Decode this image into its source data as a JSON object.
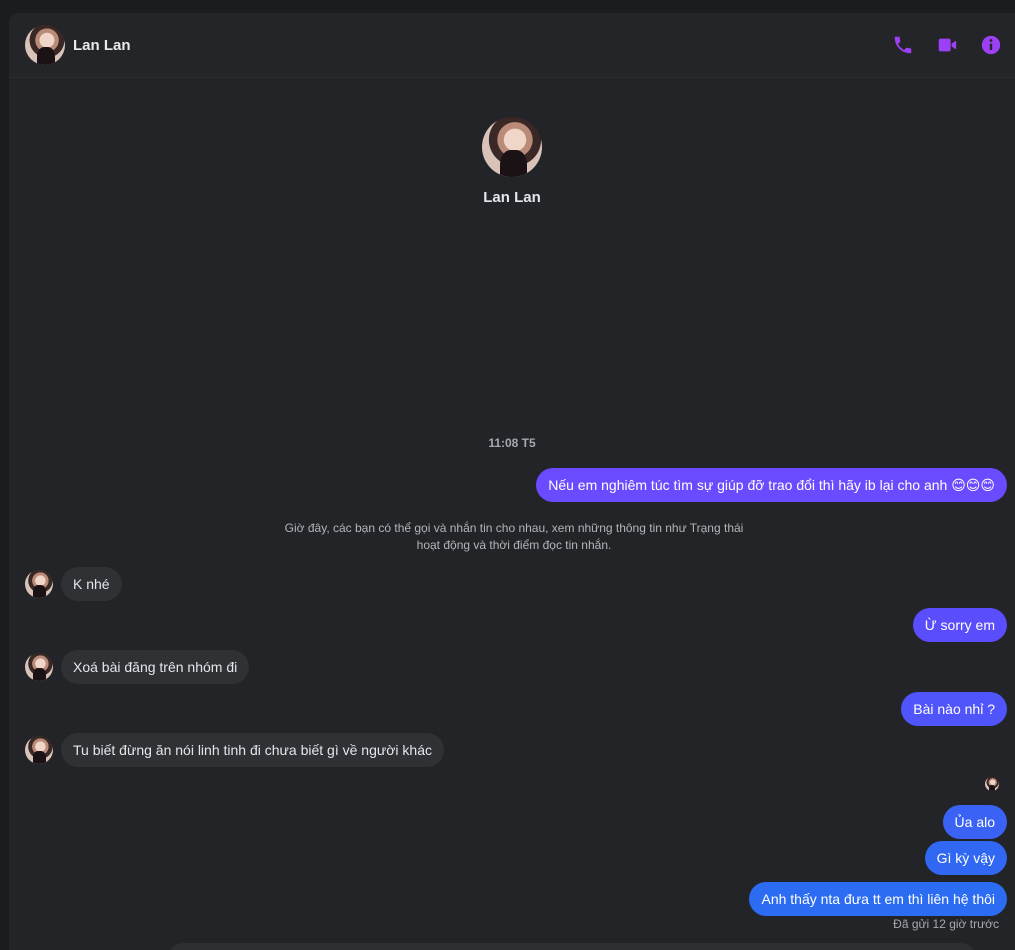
{
  "header": {
    "contact_name": "Lan Lan",
    "icons": [
      "phone-icon",
      "video-camera-icon",
      "info-icon"
    ],
    "accent_color": "#9b40f5"
  },
  "profile": {
    "name": "Lan Lan"
  },
  "timestamp": "11:08 T5",
  "system_note": "Giờ đây, các bạn có thể gọi và nhắn tin cho nhau, xem những thông tin như Trạng thái hoạt động và thời điểm đọc tin nhắn.",
  "messages": [
    {
      "dir": "out",
      "text": "Nếu em nghiêm túc tìm sự giúp đỡ trao đổi thì hãy ib lại cho anh 😊😊😊"
    },
    {
      "dir": "in",
      "text": "K nhé"
    },
    {
      "dir": "out",
      "text": "Ừ sorry em"
    },
    {
      "dir": "in",
      "text": "Xoá bài đăng trên nhóm đi"
    },
    {
      "dir": "out",
      "text": "Bài nào nhỉ ?"
    },
    {
      "dir": "in",
      "text": "Tu biết đừng ăn nói linh tinh đi chưa biết gì về người khác"
    },
    {
      "dir": "out",
      "text": "Ủa alo"
    },
    {
      "dir": "out",
      "text": "Gì kỳ vậy"
    },
    {
      "dir": "out",
      "text": "Anh thấy nta đưa tt em thì liên hệ thôi"
    }
  ],
  "sent_status": "Đã gửi 12 giờ trước",
  "colors": {
    "incoming_bubble": "#303134",
    "outgoing_top": "#6b4bff",
    "outgoing_bottom": "#2c6cf3"
  }
}
